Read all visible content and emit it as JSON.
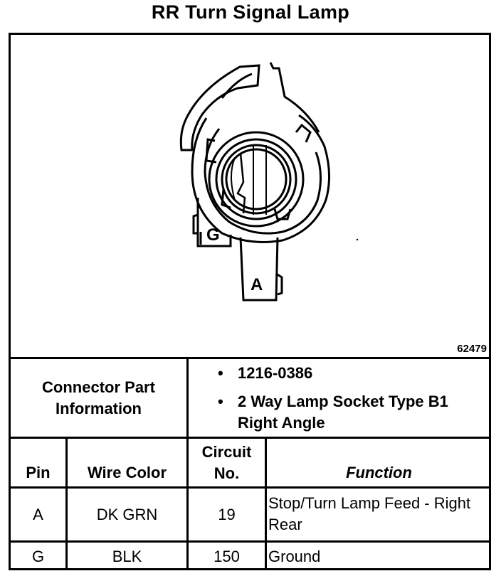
{
  "title": "RR Turn Signal Lamp",
  "figure_number": "62479",
  "diagram_labels": {
    "pin_g": "G",
    "pin_a": "A"
  },
  "connector": {
    "label": "Connector Part Information",
    "info": [
      "1216-0386",
      "2 Way Lamp Socket Type B1 Right Angle"
    ]
  },
  "table": {
    "headers": {
      "pin": "Pin",
      "wire_color": "Wire Color",
      "circuit": "Circuit No.",
      "function": "Function"
    },
    "rows": [
      {
        "pin": "A",
        "wire_color": "DK GRN",
        "circuit": "19",
        "function": "Stop/Turn Lamp Feed - Right Rear"
      },
      {
        "pin": "G",
        "wire_color": "BLK",
        "circuit": "150",
        "function": "Ground"
      }
    ]
  }
}
